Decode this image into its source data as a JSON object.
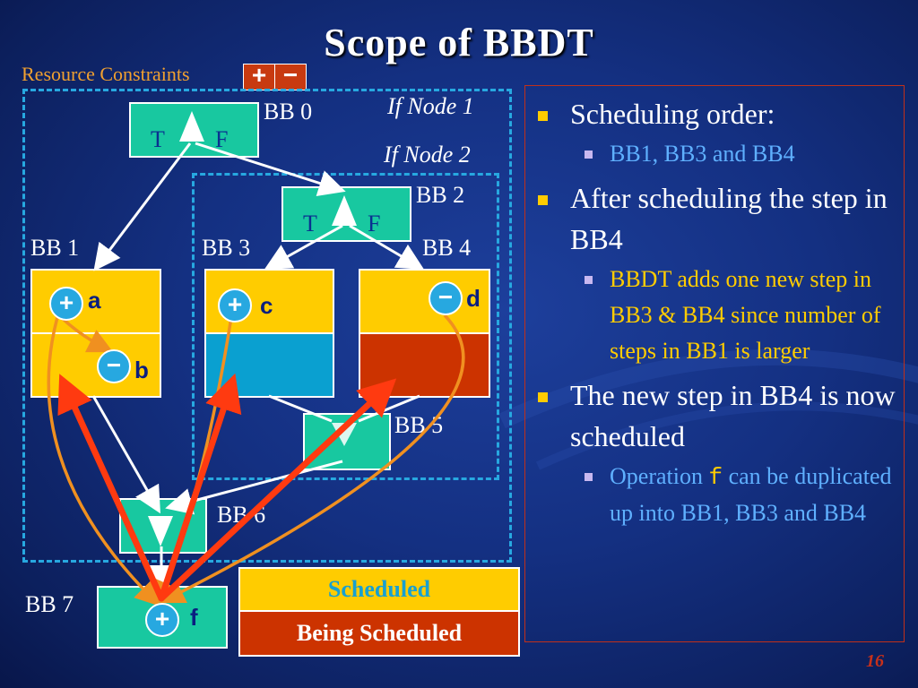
{
  "title": "Scope of  BBDT",
  "resource": {
    "label": "Resource Constraints",
    "plus": "+",
    "minus": "−"
  },
  "diagram": {
    "if_node_1": "If Node 1",
    "if_node_2": "If Node 2",
    "bb0": "BB 0",
    "bb1": "BB 1",
    "bb2": "BB 2",
    "bb3": "BB 3",
    "bb4": "BB 4",
    "bb5": "BB 5",
    "bb6": "BB 6",
    "bb7": "BB 7",
    "t": "T",
    "f": "F",
    "plus": "+",
    "minus": "−",
    "op_a": "a",
    "op_b": "b",
    "op_c": "c",
    "op_d": "d",
    "op_f": "f"
  },
  "legend": {
    "scheduled": "Scheduled",
    "being_scheduled": "Being Scheduled"
  },
  "bullets": {
    "b1": "Scheduling order:",
    "b1_sub_1": "BB1, BB3 and BB4",
    "b2": "After scheduling the step in BB4",
    "b2_sub_1": "BBDT adds one new step in BB3 & BB4 since number of steps in BB1 is larger",
    "b3": "The new step in BB4 is now scheduled",
    "b3_sub_1a": "Operation ",
    "b3_sub_1b": "f",
    "b3_sub_1c": " can be duplicated up into BB1, BB3 and BB4"
  },
  "page_number": "16",
  "colors": {
    "accent": "#ffcc00",
    "red": "#cc3300",
    "teal": "#18c8a0",
    "blue": "#0aa0d0",
    "orange": "#f0a030"
  }
}
